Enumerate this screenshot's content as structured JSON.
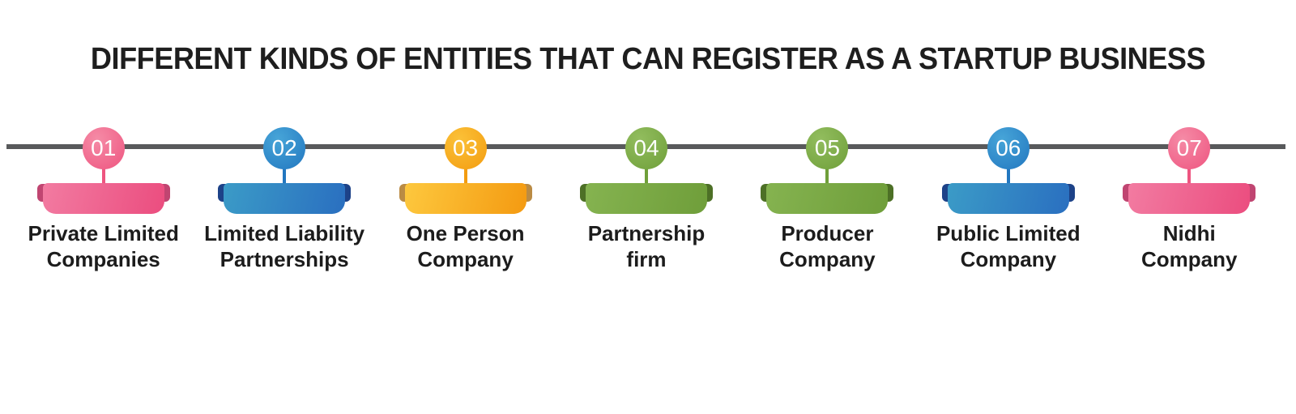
{
  "title": "DIFFERENT KINDS OF ENTITIES THAT CAN REGISTER AS A STARTUP BUSINESS",
  "timeline": {
    "line_color": "#58595b",
    "items": [
      {
        "number": "01",
        "label": "Private Limited\nCompanies",
        "colors": {
          "circle_light": "#f58ba6",
          "circle_dark": "#ee5580",
          "banner_light": "#f27ba1",
          "banner_dark": "#eb4d7f",
          "tab": "#c04571"
        }
      },
      {
        "number": "02",
        "label": "Limited Liability\nPartnerships",
        "colors": {
          "circle_light": "#47a5d8",
          "circle_dark": "#2277c0",
          "banner_light": "#3b9bc7",
          "banner_dark": "#2a6fc0",
          "tab": "#1d4288"
        }
      },
      {
        "number": "03",
        "label": "One Person\nCompany",
        "colors": {
          "circle_light": "#fbc138",
          "circle_dark": "#f39c10",
          "banner_light": "#fdc83e",
          "banner_dark": "#f49a11",
          "tab": "#ba8b44"
        }
      },
      {
        "number": "04",
        "label": "Partnership\nfirm",
        "colors": {
          "circle_light": "#92bd5e",
          "circle_dark": "#6f9f3a",
          "banner_light": "#85b350",
          "banner_dark": "#6f9e3a",
          "tab": "#4d7026"
        }
      },
      {
        "number": "05",
        "label": "Producer\nCompany",
        "colors": {
          "circle_light": "#92bd5e",
          "circle_dark": "#6f9f3a",
          "banner_light": "#85b350",
          "banner_dark": "#6f9e3a",
          "tab": "#4d7026"
        }
      },
      {
        "number": "06",
        "label": "Public Limited\nCompany",
        "colors": {
          "circle_light": "#47a5d8",
          "circle_dark": "#2277c0",
          "banner_light": "#3b9bc7",
          "banner_dark": "#2a6fc0",
          "tab": "#1d4288"
        }
      },
      {
        "number": "07",
        "label": "Nidhi\nCompany",
        "colors": {
          "circle_light": "#f58ba6",
          "circle_dark": "#ee5580",
          "banner_light": "#f27ba1",
          "banner_dark": "#eb4d7f",
          "tab": "#c04571"
        }
      }
    ]
  }
}
